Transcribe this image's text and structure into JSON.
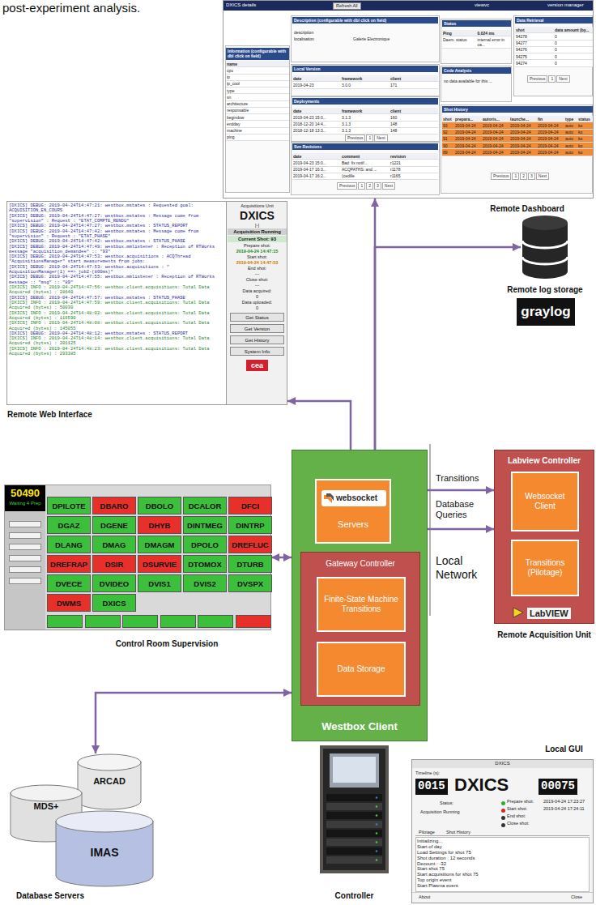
{
  "diagram": {
    "nodes": [
      {
        "text": [
          "Remote Dashboard",
          "DXICS details",
          "Refresh All",
          "viewvc",
          "version manager",
          "Information (configurable with dbl click on field)",
          "name",
          "cpu",
          "ip",
          "ip_cool",
          "type",
          "sn",
          "architecture",
          "responsable",
          "begindow",
          "endday",
          "machine",
          "ping",
          "Description (configurable with dbl click on field)",
          "description",
          "localisation",
          "Galerie Electronique",
          "Local Version",
          "date",
          "framework",
          "client",
          "2019-04-23",
          "3.0.0",
          "171",
          "Deployments",
          "date",
          "framework",
          "client",
          "2019-04-23 15:0...",
          "3.1.3",
          "160",
          "2018-12-20 14:4...",
          "3.1.3",
          "148",
          "2018-12-18 13:3...",
          "3.1.3",
          "148",
          "Previous",
          "1",
          "Next",
          "Svn Revisions",
          "date",
          "comment",
          "revision",
          "2019-04-23 15:0...",
          "Bad: fix notif...",
          "r1221",
          "2019-04-17 16:3...",
          "ACQPATHS: and ...",
          "r1178",
          "2019-04-17 16:2...",
          "(cedille",
          "r1165",
          "Previous",
          "1",
          "2",
          "3",
          "Next",
          "Status",
          "Ping",
          "0.024 ms",
          "Daem. status",
          "internal error in ca...",
          "Code Analysis",
          "no data available for this ...",
          "Data Retrieval",
          "shot",
          "data amount (by...",
          "94278",
          "0",
          "94277",
          "0",
          "94276",
          "0",
          "94275",
          "0",
          "94274",
          "0",
          "Previous",
          "1",
          "Next",
          "Shot History",
          "shot",
          "prepara...",
          "autoris...",
          "launche...",
          "fin",
          "type",
          "status",
          "93",
          "2019-04-24",
          "2019-04-24",
          "2019-04-24",
          "2019-04-24",
          "auto",
          "ko",
          "92",
          "2019-04-24",
          "2019-04-24",
          "2019-04-24",
          "2019-04-24",
          "auto",
          "ko",
          "91",
          "2019-04-24",
          "2019-04-24",
          "2019-04-24",
          "2019-04-24",
          "auto",
          "ko",
          "90",
          "2019-04-24",
          "2019-04-24",
          "2019-04-24",
          "2019-04-24",
          "auto",
          "ko",
          "89",
          "2019-04-24",
          "2019-04-24",
          "2019-04-24",
          "2019-04-24",
          "auto",
          "ko",
          "Previous",
          "1",
          "2",
          "3",
          "Next"
        ]
      },
      {
        "text": [
          "Remote log storage"
        ]
      },
      {
        "text": [
          "graylog"
        ]
      },
      {
        "text": [
          "Remote Web Interface",
          "[DXICS] DEBUG: 2019-04-24T14:47:21: westbox.mstates : Requested goal: ACQUISITION_EN_COURS",
          "[DXICS] DEBUG: 2019-04-24T14:47:27: westbox.mstates : Message come from \"supervision\" : Request : \"ETAT_COMPTE_RENDU\"",
          "[DXICS] DEBUG: 2019-04-24T14:47:27: westbox.mstates : STATUS_REPORT",
          "[DXICS] DEBUG: 2019-04-24T14:47:42: westbox.mstates : Message come from \"supervision\" : Request : \"ETAT_PHASE\"",
          "[DXICS] DEBUG: 2019-04-24T14:47:42: westbox.mstates : STATUS_PHASE",
          "[DXICS] DEBUG: 2019-04-24T14:47:49: westbox.mmlistener : Reception of RTWorks message \"acquisition_demandee\" :: \"93\"",
          "[DXICS] DEBUG: 2019-04-24T14:47:53: westbox.acquisitions : ACQThread \"AcquisitionsManager\" start measurements from jobs:",
          "[DXICS] DEBUG: 2019-04-24T14:47:53: westbox.acquisitions : \" AcquisitionManager(1) ==> job2-(800ms)\"",
          "[DXICS] DEBUG: 2019-04-24T14:47:55: westbox.mmlistener : Reception of RTWorks message :: \"msg\" :: \"89\"",
          "[DXICS] INFO : 2019-04-24T14:47:56: westbox.client.acquisitions: Total Data Acquired (bytes) : 28640",
          "[DXICS] DEBUG: 2019-04-24T14:47:57: westbox.mstates : STATUS_PHASE",
          "[DXICS] INFO : 2019-04-24T14:47:59: westbox.client.acquisitions: Total Data Acquired (bytes) : 50030",
          "[DXICS] INFO : 2019-04-24T14:48:02: westbox.client.acquisitions: Total Data Acquired (bytes) : 116590",
          "[DXICS] INFO : 2019-04-24T14:48:08: westbox.client.acquisitions: Total Data Acquired (bytes) : 145055",
          "[DXICS] DEBUG: 2019-04-24T14:48:12: westbox.mstates : STATUS_REPORT",
          "[DXICS] INFO : 2019-04-24T14:48:14: westbox.client.acquisitions: Total Data Acquired (bytes) : 201125",
          "[DXICS] INFO : 2019-04-24T14:48:23: westbox.client.acquisitions: Total Data Acquired (bytes) : 293385",
          "Acquisitions Unit",
          "DXICS",
          "[-]",
          "Acquisition Running",
          "Current Shot: 93",
          "Prepare shot:",
          "2019-04-24 14:47:15",
          "Start shot:",
          "2019-04-24 14:47:53",
          "End shot:",
          "---",
          "Close shot:",
          "---",
          "Data acquired:",
          "0",
          "Data uploaded:",
          "0",
          "Get Status",
          "Get Version",
          "Get History",
          "System Info",
          "cea"
        ]
      },
      {
        "text": [
          "Westbox Client"
        ]
      },
      {
        "text": [
          "websocket",
          "Servers"
        ],
        "in": 4
      },
      {
        "text": [
          "Gateway Controller"
        ],
        "in": 4
      },
      {
        "text": [
          "Finite-State Machine Transitions"
        ],
        "in": 6
      },
      {
        "text": [
          "Data Storage"
        ],
        "in": 6
      },
      {
        "text": [
          "Labview Controller",
          "LabVIEW",
          "Remote Acquisition Unit"
        ]
      },
      {
        "text": [
          "Websocket Client"
        ],
        "in": 9
      },
      {
        "text": [
          "Transitions (Pilotage)"
        ],
        "in": 9
      },
      {
        "text": [
          "Control Room Supervision",
          "50490",
          "Waiting 4 Prep"
        ]
      },
      {
        "text": [
          "DPILOTE"
        ],
        "in": 12
      },
      {
        "text": [
          "DBARO"
        ],
        "in": 12
      },
      {
        "text": [
          "DBOLO"
        ],
        "in": 12
      },
      {
        "text": [
          "DCALOR"
        ],
        "in": 12
      },
      {
        "text": [
          "DFCI"
        ],
        "in": 12
      },
      {
        "text": [
          "DGAZ"
        ],
        "in": 12
      },
      {
        "text": [
          "DGENE"
        ],
        "in": 12
      },
      {
        "text": [
          "DHYB"
        ],
        "in": 12
      },
      {
        "text": [
          "DINTMEG"
        ],
        "in": 12
      },
      {
        "text": [
          "DINTRP"
        ],
        "in": 12
      },
      {
        "text": [
          "DLANG"
        ],
        "in": 12
      },
      {
        "text": [
          "DMAG"
        ],
        "in": 12
      },
      {
        "text": [
          "DMAGM"
        ],
        "in": 12
      },
      {
        "text": [
          "DPOLO"
        ],
        "in": 12
      },
      {
        "text": [
          "DREFLUC"
        ],
        "in": 12
      },
      {
        "text": [
          "DREFRAP"
        ],
        "in": 12
      },
      {
        "text": [
          "DSIR"
        ],
        "in": 12
      },
      {
        "text": [
          "DSURVIE"
        ],
        "in": 12
      },
      {
        "text": [
          "DTOMOX"
        ],
        "in": 12
      },
      {
        "text": [
          "DTURB"
        ],
        "in": 12
      },
      {
        "text": [
          "DVECE"
        ],
        "in": 12
      },
      {
        "text": [
          "DVIDEO"
        ],
        "in": 12
      },
      {
        "text": [
          "DVIS1"
        ],
        "in": 12
      },
      {
        "text": [
          "DVIS2"
        ],
        "in": 12
      },
      {
        "text": [
          "DVSPX"
        ],
        "in": 12
      },
      {
        "text": [
          "DWMS"
        ],
        "in": 12
      },
      {
        "text": [
          "DXICS"
        ],
        "in": 12
      },
      {
        "text": [
          "ARCAD"
        ]
      },
      {
        "text": [
          "MDS+"
        ]
      },
      {
        "text": [
          "IMAS"
        ]
      },
      {
        "text": [
          "Controller"
        ]
      },
      {
        "text": [
          "Local GUI",
          "DXICS",
          "Timeline (s):",
          "0015",
          "DXICS",
          "00075",
          "Status:",
          "Acquisition Running",
          "Prepare shot:",
          "2019-04-24 17:23:27",
          "Start shot:",
          "2019-04-24 17:24:11",
          "End shot:",
          "Close shot:",
          "Pilotage",
          "Shot History",
          "Initializing...",
          "Start of day",
          "Load Settings for shot 75",
          "Shot duration : 12 seconds",
          "Decount : -32",
          "Start shot 75",
          "Start acquisitions for shot 75",
          "Top origin event",
          "Start Plasma event",
          "About",
          "Close"
        ]
      }
    ],
    "edges": [
      {
        "from": 5,
        "to": 0,
        "arrow": "to"
      },
      {
        "from": 5,
        "to": 1,
        "arrow": "to"
      },
      {
        "from": 5,
        "to": 3,
        "arrow": "both"
      },
      {
        "from": 5,
        "to": 9,
        "label": "Transitions",
        "arrow": "both"
      },
      {
        "from": 5,
        "to": 9,
        "label": "Database Queries",
        "arrow": "both"
      },
      {
        "from": 12,
        "to": 4,
        "arrow": "both"
      },
      {
        "from": 4,
        "to": 40,
        "arrow": "both"
      }
    ],
    "labels": [
      "post-experiment analysis.",
      "Local Network",
      "Database Servers"
    ]
  }
}
